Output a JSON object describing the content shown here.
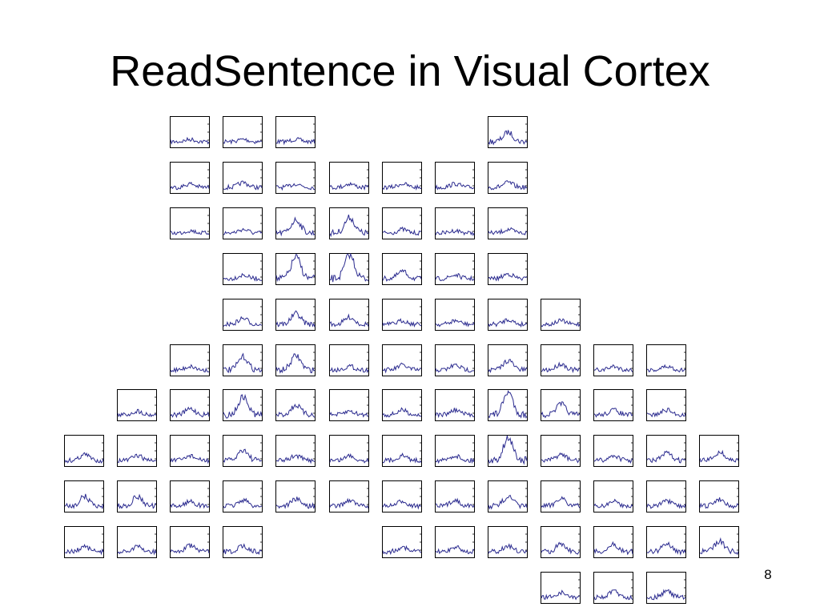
{
  "slide": {
    "title": "ReadSentence in Visual Cortex",
    "page_number": "8"
  },
  "colors": {
    "trace": "#2b2b8f",
    "frame": "#000000",
    "background": "#ffffff"
  },
  "voxel_grid": {
    "columns": 13,
    "rows": 11,
    "present": [
      [
        0,
        0,
        1,
        1,
        1,
        0,
        0,
        0,
        1,
        0,
        0,
        0,
        0
      ],
      [
        0,
        0,
        1,
        1,
        1,
        1,
        1,
        1,
        1,
        0,
        0,
        0,
        0
      ],
      [
        0,
        0,
        1,
        1,
        1,
        1,
        1,
        1,
        1,
        0,
        0,
        0,
        0
      ],
      [
        0,
        0,
        0,
        1,
        1,
        1,
        1,
        1,
        1,
        0,
        0,
        0,
        0
      ],
      [
        0,
        0,
        0,
        1,
        1,
        1,
        1,
        1,
        1,
        1,
        0,
        0,
        0
      ],
      [
        0,
        0,
        1,
        1,
        1,
        1,
        1,
        1,
        1,
        1,
        1,
        1,
        0
      ],
      [
        0,
        1,
        1,
        1,
        1,
        1,
        1,
        1,
        1,
        1,
        1,
        1,
        0
      ],
      [
        1,
        1,
        1,
        1,
        1,
        1,
        1,
        1,
        1,
        1,
        1,
        1,
        1
      ],
      [
        1,
        1,
        1,
        1,
        1,
        1,
        1,
        1,
        1,
        1,
        1,
        1,
        1
      ],
      [
        1,
        1,
        1,
        1,
        0,
        0,
        1,
        1,
        1,
        1,
        1,
        1,
        1
      ],
      [
        0,
        0,
        0,
        0,
        0,
        0,
        0,
        0,
        0,
        1,
        1,
        1,
        0
      ]
    ],
    "peak_activity": [
      [
        0,
        0,
        0.1,
        0.1,
        0.1,
        0,
        0,
        0,
        0.4,
        0,
        0,
        0,
        0
      ],
      [
        0,
        0,
        0.15,
        0.2,
        0.15,
        0.15,
        0.15,
        0.15,
        0.2,
        0,
        0,
        0,
        0
      ],
      [
        0,
        0,
        0.1,
        0.15,
        0.55,
        0.65,
        0.15,
        0.1,
        0.15,
        0,
        0,
        0,
        0
      ],
      [
        0,
        0,
        0,
        0.15,
        0.9,
        1.0,
        0.3,
        0.15,
        0.2,
        0,
        0,
        0,
        0
      ],
      [
        0,
        0,
        0,
        0.25,
        0.45,
        0.3,
        0.15,
        0.15,
        0.2,
        0.15,
        0,
        0,
        0
      ],
      [
        0,
        0,
        0.15,
        0.55,
        0.6,
        0.15,
        0.2,
        0.2,
        0.4,
        0.25,
        0.15,
        0.15,
        0
      ],
      [
        0,
        0.15,
        0.25,
        0.75,
        0.4,
        0.15,
        0.2,
        0.2,
        0.95,
        0.45,
        0.2,
        0.2,
        0
      ],
      [
        0.25,
        0.2,
        0.2,
        0.45,
        0.2,
        0.2,
        0.2,
        0.2,
        0.95,
        0.25,
        0.2,
        0.3,
        0.35
      ],
      [
        0.4,
        0.4,
        0.2,
        0.25,
        0.3,
        0.25,
        0.2,
        0.25,
        0.4,
        0.35,
        0.2,
        0.2,
        0.3
      ],
      [
        0.2,
        0.2,
        0.25,
        0.25,
        0,
        0,
        0.2,
        0.2,
        0.25,
        0.35,
        0.3,
        0.35,
        0.45
      ],
      [
        0,
        0,
        0,
        0,
        0,
        0,
        0,
        0,
        0,
        0.2,
        0.25,
        0.25,
        0
      ]
    ]
  }
}
